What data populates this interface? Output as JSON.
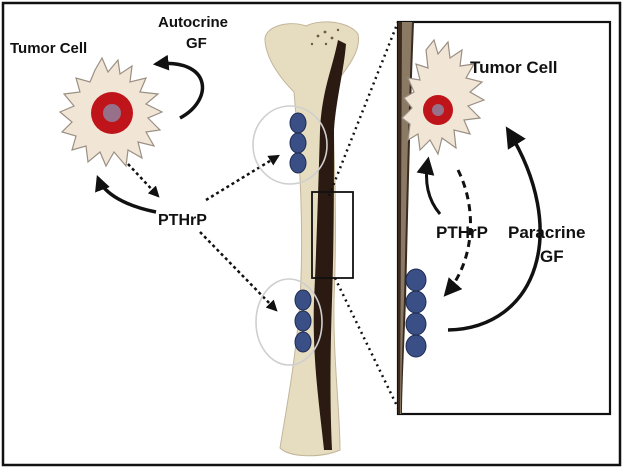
{
  "labels": {
    "tumor_cell_left": "Tumor Cell",
    "autocrine_line1": "Autocrine",
    "autocrine_line2": "GF",
    "pthrp_left": "PTHrP",
    "tumor_cell_right": "Tumor Cell",
    "pthrp_right": "PTHrP",
    "paracrine_line1": "Paracrine",
    "paracrine_line2": "GF"
  },
  "colors": {
    "cell_fill": "#f1e5d6",
    "nucleus": "#c0141b",
    "osteoblast": "#3a4f86",
    "bone": "#e6dcc0",
    "cortex": "#2b1a12",
    "arrow": "#111111"
  }
}
